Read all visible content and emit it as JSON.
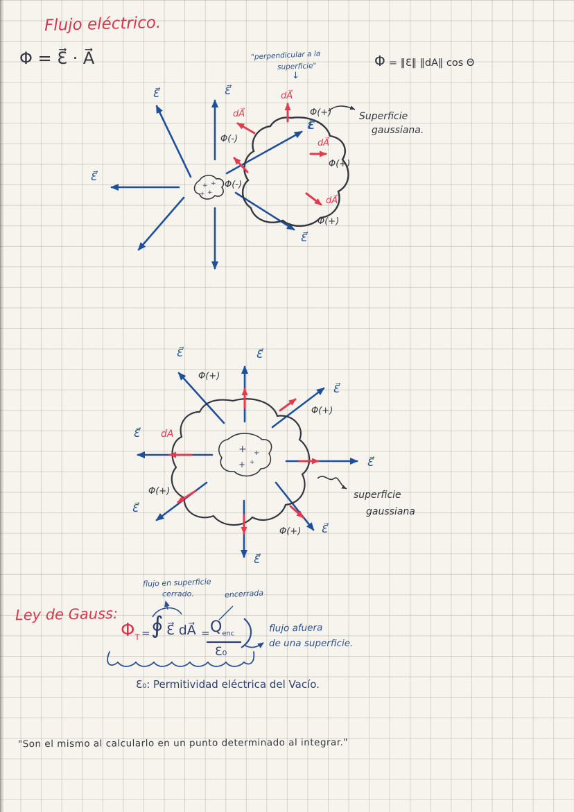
{
  "ink": {
    "red": "#d5384e",
    "blue_arrow": "#1d4f9a",
    "blue_text": "#29508f",
    "dark": "#32363f",
    "dark_blue": "#2c3e6e",
    "paper": "#f7f4ed"
  },
  "header": {
    "title": "Flujo eléctrico.",
    "formula_dot": "Φ = Ɛ⃗ · A⃗",
    "formula_mag_phi": "Φ",
    "formula_mag_rest": "= ‖Ɛ‖ ‖dA‖ cos Θ",
    "perp_note_line1": "\"perpendicular a la",
    "perp_note_line2": "superficie\"",
    "perp_arrow": "↓"
  },
  "diagram1": {
    "e_label": "Ɛ⃗",
    "da_label": "dA⃗",
    "phi_plus": "Φ(+)",
    "phi_minus": "Φ(-)",
    "charge_plus": "+",
    "surface_line1": "Superficie",
    "surface_line2": "gaussiana."
  },
  "diagram2": {
    "e_label": "Ɛ⃗",
    "da_label": "dA",
    "phi_plus": "Φ(+)",
    "charge_plus": "+",
    "surface_line1": "superficie",
    "surface_line2": "gaussiana"
  },
  "gauss": {
    "heading": "Ley de Gauss:",
    "note_top_line1": "flujo en superficie",
    "note_top_line2": "cerrado.",
    "note_enclosed": "encerrada",
    "phi": "Φ",
    "phi_sub": "T",
    "equals": "=",
    "integral": "∮",
    "integrand": "Ɛ⃗ dA⃗",
    "q_base": "Q",
    "q_sub": "enc",
    "epsilon0": "Ɛ₀",
    "note_right_line1": "flujo afuera",
    "note_right_line2": "de una superficie.",
    "permittivity_note": "Ɛ₀: Permitividad eléctrica del  Vacío."
  },
  "footer": {
    "quote": "\"Son el mismo al calcularlo en un punto determinado al integrar.\""
  }
}
